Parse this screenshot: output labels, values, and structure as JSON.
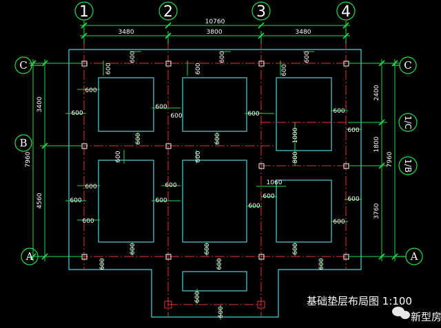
{
  "grid_numbers": [
    "1",
    "2",
    "3",
    "4"
  ],
  "grid_letters": {
    "C": "C",
    "B": "B",
    "A": "A",
    "oneC": "1/C",
    "oneB": "1/B"
  },
  "dims": {
    "total_width": "10760",
    "bay_1": "3480",
    "bay_2": "3800",
    "bay_3": "3480",
    "left_upper": "3400",
    "left_lower": "4560",
    "left_total": "7960",
    "right_top": "2400",
    "right_mid": "1800",
    "right_bottom": "3760",
    "right_total": "7960",
    "pad": "600",
    "d1000": "1000",
    "d800": "800",
    "d1060": "1060"
  },
  "title": "基础垫层布局图 1:100",
  "watermark": "新型房屋",
  "colors": {
    "background": "#000000",
    "cyan_outline": "#4fd0d8",
    "red_axis": "#e8343b",
    "green_dim": "#22e04a",
    "white_text": "#ffffff"
  }
}
